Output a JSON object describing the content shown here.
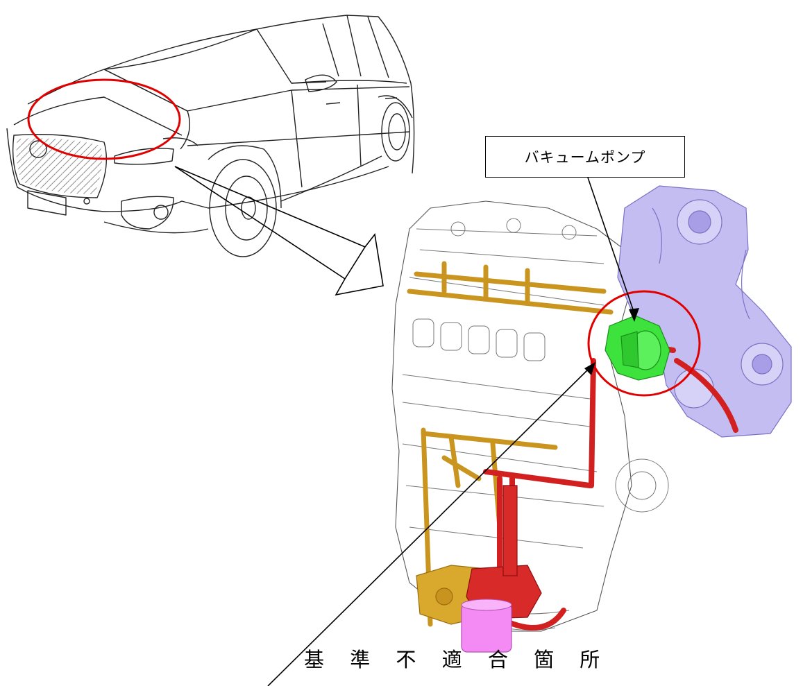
{
  "callout": {
    "label": "バキュームポンプ"
  },
  "caption": {
    "label": "基 準 不 適 合 箇 所"
  },
  "colors": {
    "highlight_ring": "#e00000",
    "vacuum_pump": "#3de23d",
    "oil_passage_red": "#d21f1f",
    "oil_passage_gold": "#d8a92c",
    "turbo_assembly": "#b9b2ee",
    "oil_filter": "#f48bf4",
    "line_art": "#222222"
  },
  "icons": {
    "car": "suv-front-three-quarter-line-art",
    "engine": "engine-cutaway-illustration"
  }
}
